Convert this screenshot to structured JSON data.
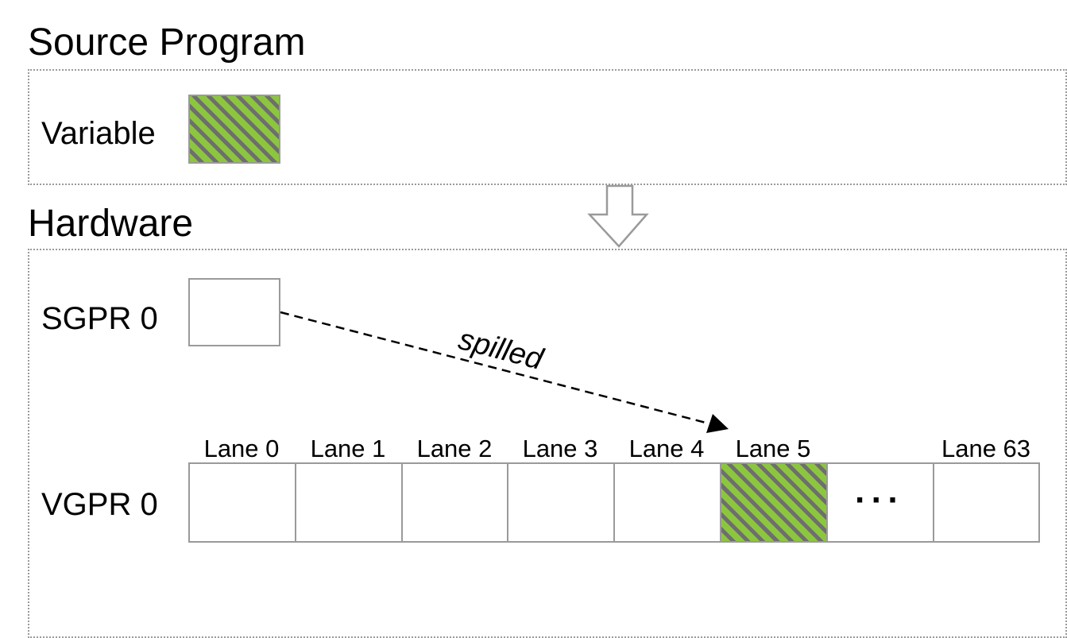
{
  "source": {
    "heading": "Source Program",
    "variable_label": "Variable"
  },
  "hardware": {
    "heading": "Hardware",
    "sgpr_label": "SGPR 0",
    "vgpr_label": "VGPR 0",
    "lanes": [
      "Lane 0",
      "Lane 1",
      "Lane 2",
      "Lane 3",
      "Lane 4",
      "Lane 5",
      "",
      "Lane 63"
    ],
    "ellipsis": "···"
  },
  "spill": {
    "label": "spilled"
  },
  "colors": {
    "hatch_green": "#8cc63f",
    "hatch_gray": "#6e6e6e",
    "border": "#9a9a9a"
  }
}
